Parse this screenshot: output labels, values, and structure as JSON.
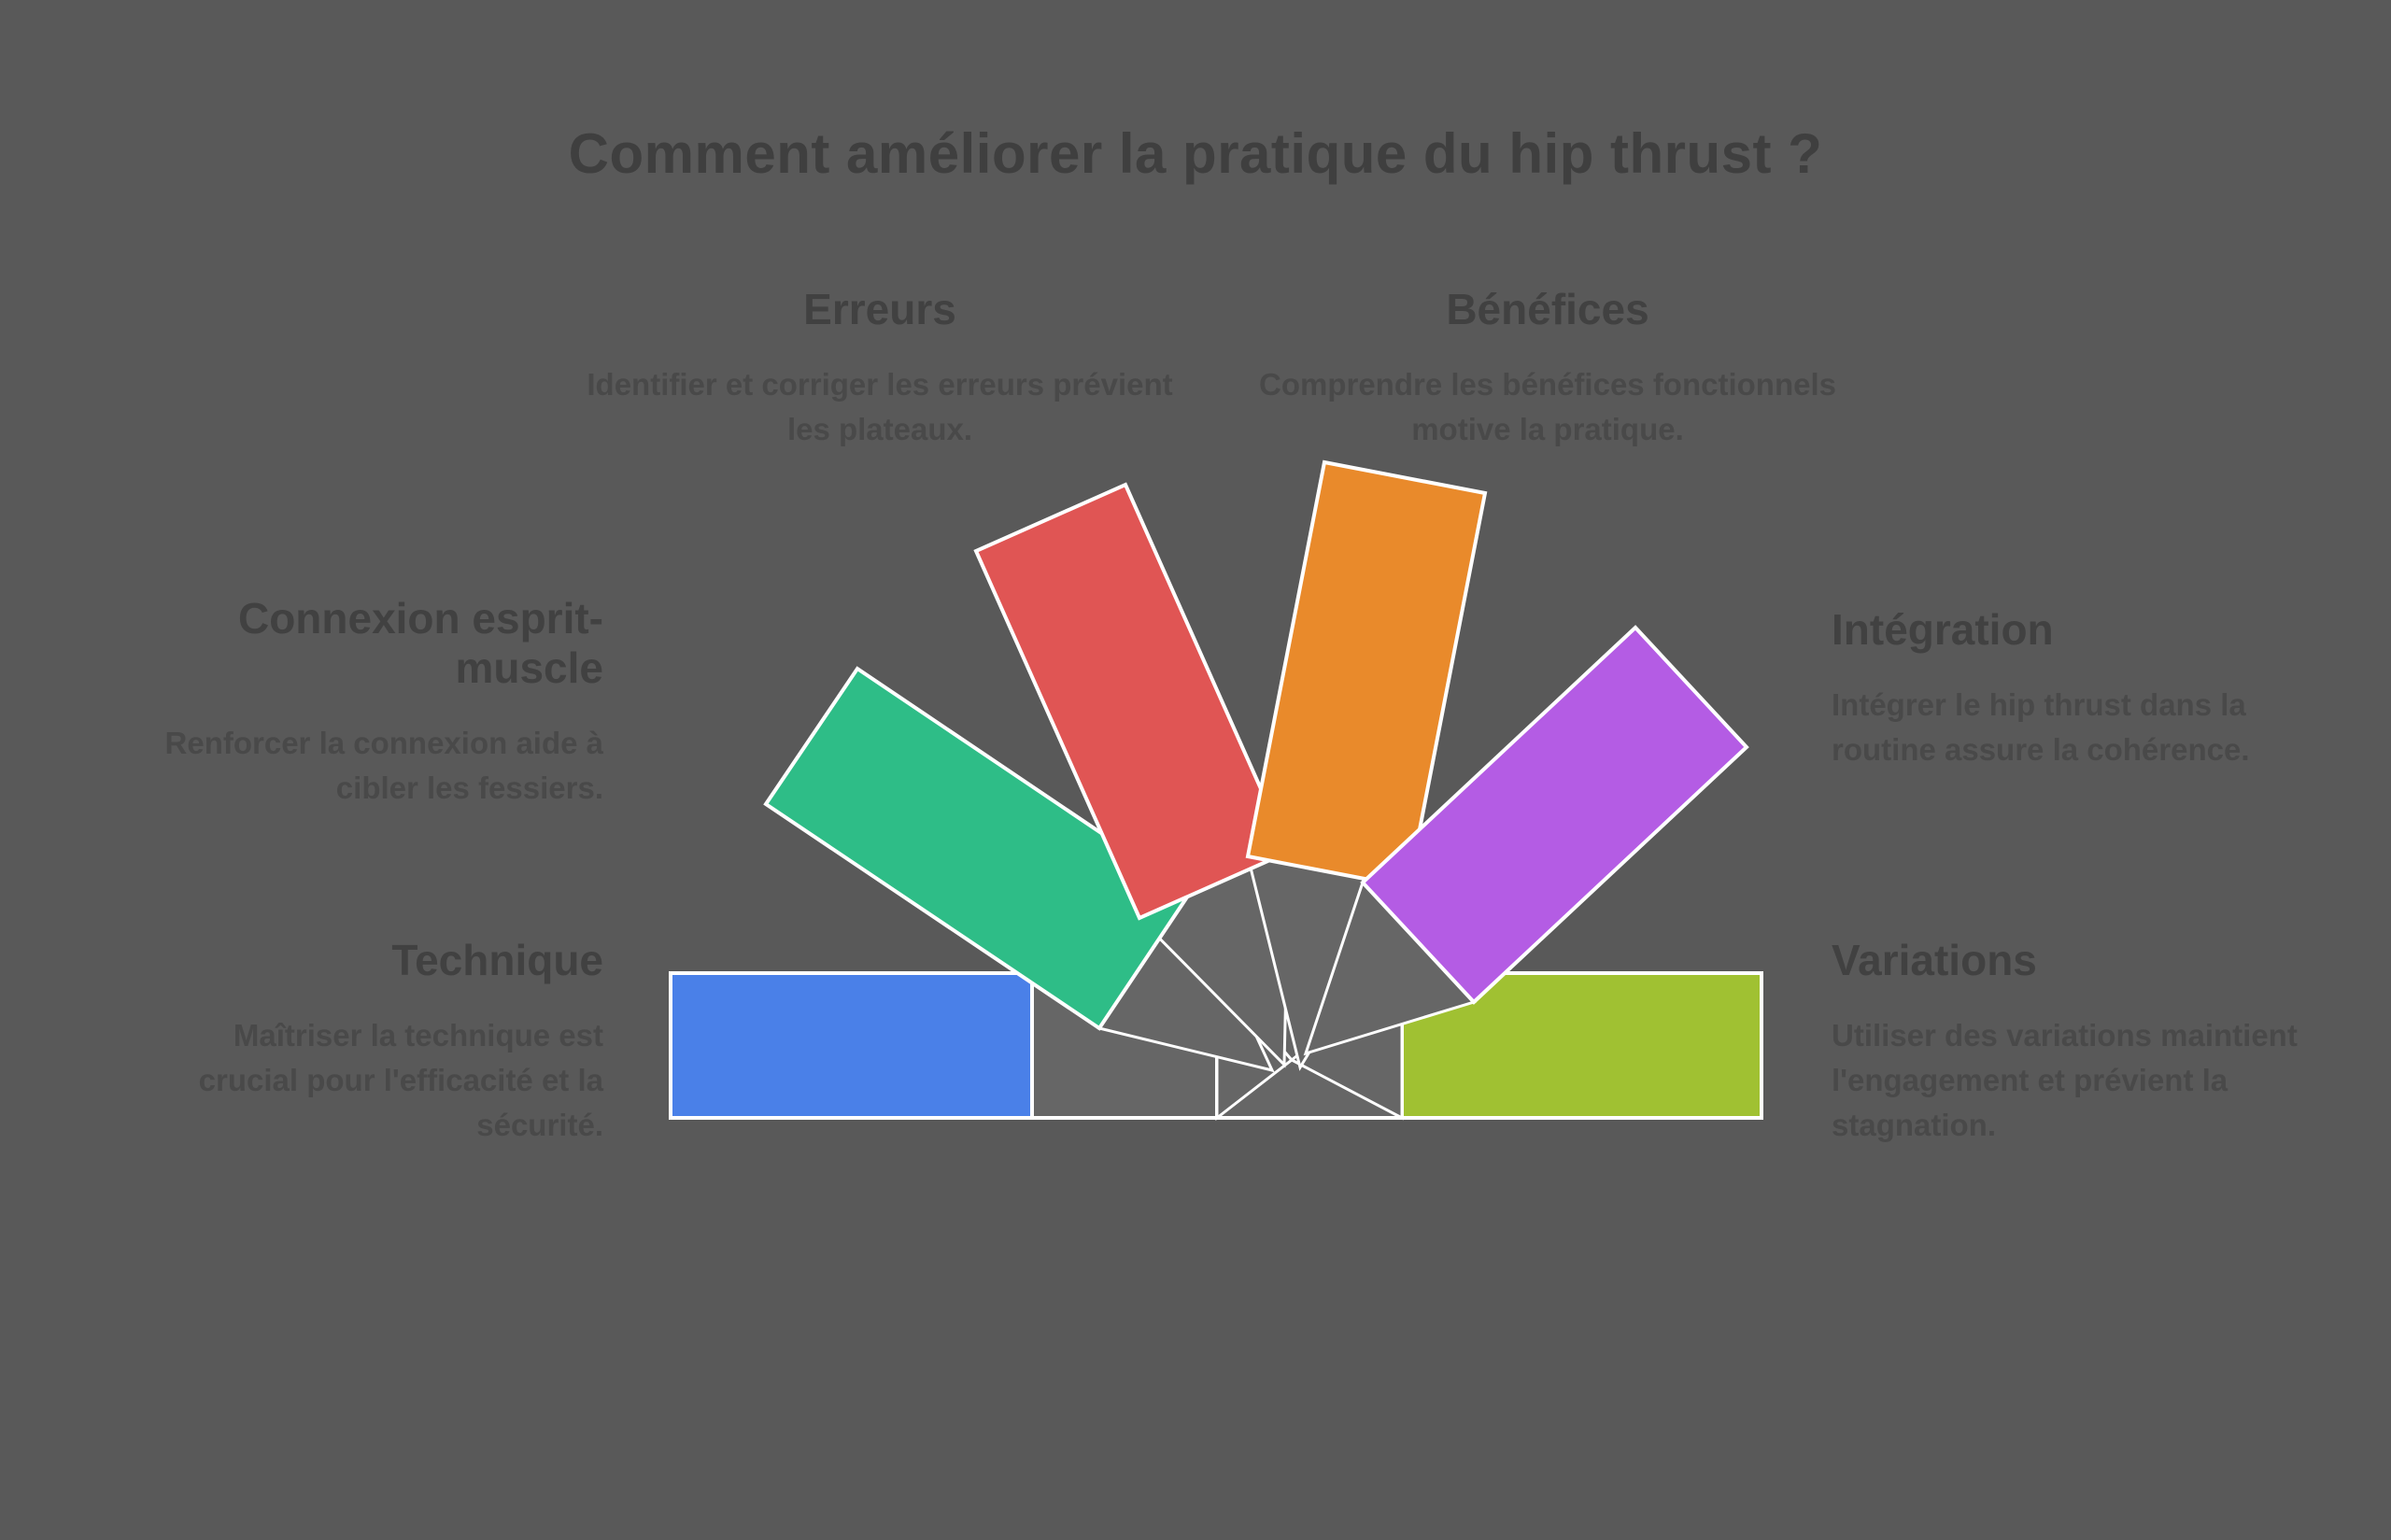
{
  "title": "Comment améliorer la pratique du hip thrust ?",
  "items": [
    {
      "id": "technique",
      "label": "Technique",
      "description": "Maîtriser la technique est crucial pour l'efficacité et la sécurité.",
      "color": "#4a80e8"
    },
    {
      "id": "connexion",
      "label": "Connexion esprit-muscle",
      "description": "Renforcer la connexion aide à cibler les fessiers.",
      "color": "#2ebd87"
    },
    {
      "id": "erreurs",
      "label": "Erreurs",
      "description": "Identifier et corriger les erreurs prévient les plateaux.",
      "color": "#e05554"
    },
    {
      "id": "benefices",
      "label": "Bénéfices",
      "description": "Comprendre les bénéfices fonctionnels motive la pratique.",
      "color": "#e98a2b"
    },
    {
      "id": "integration",
      "label": "Intégration",
      "description": "Intégrer le hip thrust dans la routine assure la cohérence.",
      "color": "#b45ce4"
    },
    {
      "id": "variations",
      "label": "Variations",
      "description": "Utiliser des variations maintient l'engagement et prévient la stagnation.",
      "color": "#a0c132"
    }
  ],
  "colors": {
    "background": "#595959",
    "shape_neutral": "#666666",
    "shape_border": "#ffffff",
    "title_text": "#3f3f3f",
    "heading_text": "#414141",
    "body_text": "#494949"
  }
}
